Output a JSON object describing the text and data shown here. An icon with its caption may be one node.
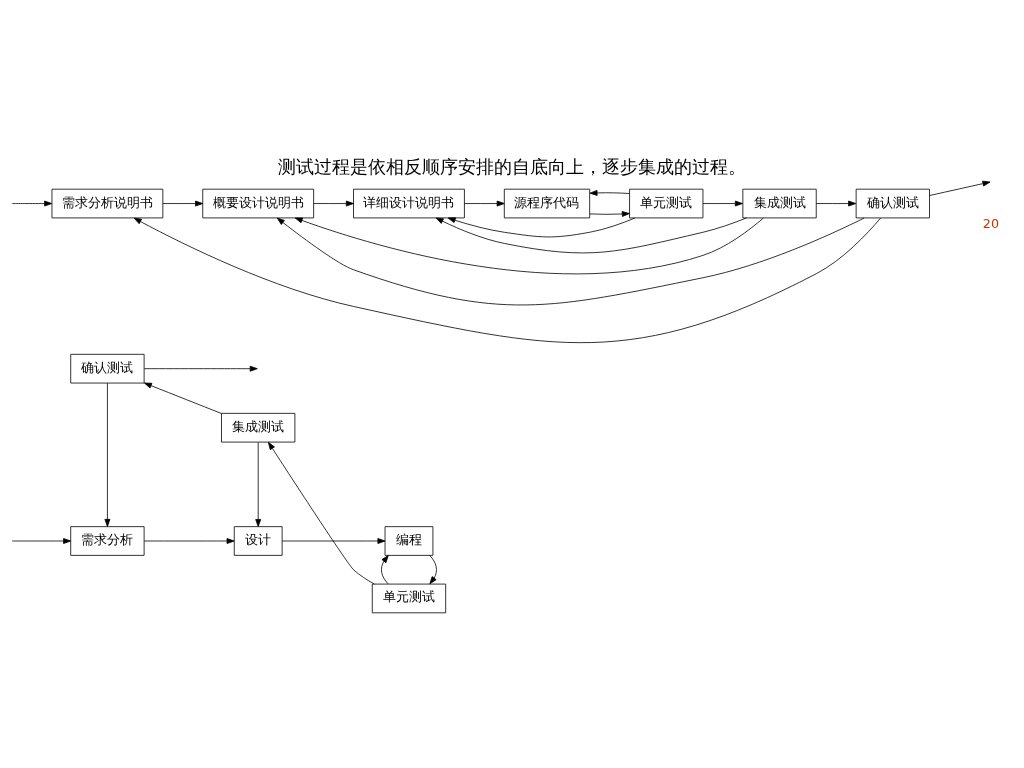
{
  "diagram": {
    "title": "测试过程是依相反顺序安排的自底向上，逐步集成的过程。",
    "nodes": [
      {
        "text": [
          "需求分析"
        ]
      },
      {
        "text": [
          "设计"
        ]
      },
      {
        "text": [
          "编程"
        ]
      },
      {
        "text": [
          "确认测试"
        ]
      },
      {
        "text": [
          "集成测试"
        ]
      },
      {
        "text": [
          "单元测试"
        ]
      },
      {
        "text": [
          "需求分析说明书"
        ]
      },
      {
        "text": [
          "概要设计说明书"
        ]
      },
      {
        "text": [
          "详细设计说明书"
        ]
      },
      {
        "text": [
          "源程序代码"
        ]
      },
      {
        "text": [
          "单元测试"
        ]
      },
      {
        "text": [
          "集成测试"
        ]
      },
      {
        "text": [
          "确认测试"
        ]
      }
    ],
    "edges": [
      {
        "from": null,
        "to": 0,
        "arrow": "to"
      },
      {
        "from": 0,
        "to": 1,
        "arrow": "to"
      },
      {
        "from": 1,
        "to": 2,
        "arrow": "to"
      },
      {
        "from": 2,
        "to": 5,
        "arrow": "to"
      },
      {
        "from": 5,
        "to": 4,
        "arrow": "to"
      },
      {
        "from": 4,
        "to": 3,
        "arrow": "to"
      },
      {
        "from": 3,
        "to": null,
        "arrow": "to"
      },
      {
        "from": 3,
        "to": 0,
        "arrow": "to"
      },
      {
        "from": 4,
        "to": 1,
        "arrow": "to"
      },
      {
        "from": 5,
        "to": 2,
        "arrow": "to"
      },
      {
        "from": null,
        "to": 6,
        "arrow": "to"
      },
      {
        "from": 6,
        "to": 7,
        "arrow": "to"
      },
      {
        "from": 7,
        "to": 8,
        "arrow": "to"
      },
      {
        "from": 8,
        "to": 9,
        "arrow": "to"
      },
      {
        "from": 9,
        "to": 10,
        "arrow": "to"
      },
      {
        "from": 10,
        "to": 11,
        "arrow": "to"
      },
      {
        "from": 11,
        "to": 12,
        "arrow": "to"
      },
      {
        "from": 12,
        "to": null,
        "arrow": "to"
      },
      {
        "from": 12,
        "to": 6,
        "arrow": "to"
      },
      {
        "from": 12,
        "to": 7,
        "arrow": "to"
      },
      {
        "from": 11,
        "to": 7,
        "arrow": "to"
      },
      {
        "from": 11,
        "to": 8,
        "arrow": "to"
      },
      {
        "from": 10,
        "to": 8,
        "arrow": "to"
      },
      {
        "from": 10,
        "to": 9,
        "arrow": "to"
      }
    ],
    "labels": [
      "20"
    ]
  }
}
